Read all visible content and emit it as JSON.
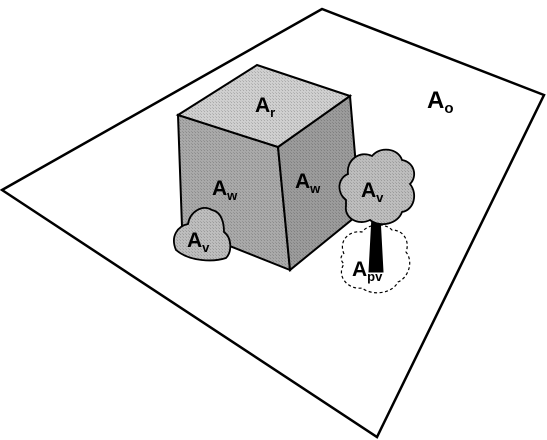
{
  "labels": {
    "roof": {
      "main": "A",
      "sub": "r"
    },
    "wall_front": {
      "main": "A",
      "sub": "w"
    },
    "wall_side": {
      "main": "A",
      "sub": "w"
    },
    "open_area": {
      "main": "A",
      "sub": "o"
    },
    "vegetation_tree": {
      "main": "A",
      "sub": "v"
    },
    "vegetation_bush": {
      "main": "A",
      "sub": "v"
    },
    "projected_vegetation": {
      "main": "A",
      "sub": "pv"
    }
  },
  "colors": {
    "line": "#000000",
    "background": "#ffffff",
    "roof_fill": "#cfcfcf",
    "wall_front_fill": "#a9a9a9",
    "wall_side_fill": "#9b9b9b",
    "vegetation_fill": "#bdbdbd"
  }
}
